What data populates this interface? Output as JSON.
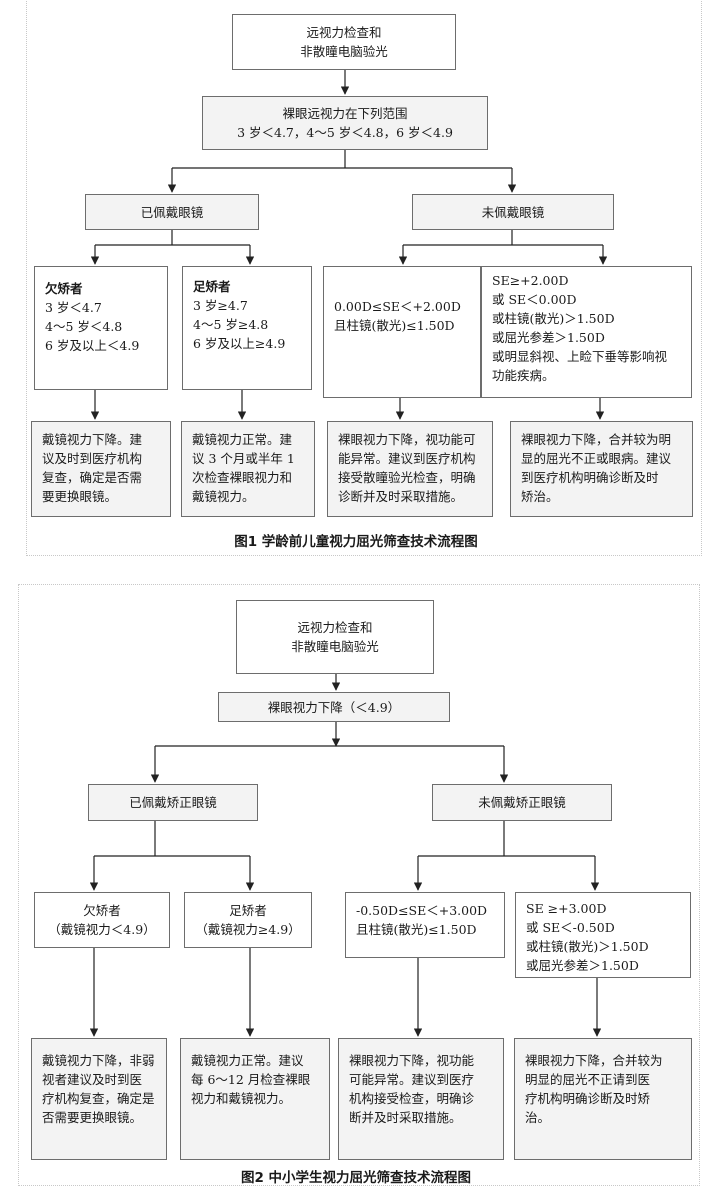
{
  "figure1": {
    "start": [
      "远视力检查和",
      "非散瞳电脑验光"
    ],
    "range": [
      "裸眼远视力在下列范围",
      "3 岁＜4.7，4～5 岁＜4.8，6 岁＜4.9"
    ],
    "worn": "已佩戴眼镜",
    "not_worn": "未佩戴眼镜",
    "under_title": "欠矫者",
    "under_lines": [
      "3 岁＜4.7",
      "4～5 岁＜4.8",
      "6 岁及以上＜4.9"
    ],
    "full_title": "足矫者",
    "full_lines": [
      "3 岁≥4.7",
      "4～5 岁≥4.8",
      "6 岁及以上≥4.9"
    ],
    "normal_lines": [
      "0.00D≤SE＜+2.00D",
      "且柱镜(散光)≤1.50D"
    ],
    "abnormal_lines": [
      "SE≥+2.00D",
      "或 SE＜0.00D",
      "或柱镜(散光)＞1.50D",
      "或屈光参差＞1.50D",
      "或明显斜视、上睑下垂等影响视",
      "功能疾病。"
    ],
    "out1": [
      "戴镜视力下降。建",
      "议及时到医疗机构",
      "复查，确定是否需",
      "要更换眼镜。"
    ],
    "out2": [
      "戴镜视力正常。建",
      "议 3 个月或半年 1",
      "次检查裸眼视力和",
      "戴镜视力。"
    ],
    "out3": [
      "裸眼视力下降，视功能可",
      "能异常。建议到医疗机构",
      "接受散瞳验光检查，明确",
      "诊断并及时采取措施。"
    ],
    "out4": [
      "裸眼视力下降，合并较为明",
      "显的屈光不正或眼病。建议",
      "到医疗机构明确诊断及时",
      "矫治。"
    ],
    "caption": "图1  学龄前儿童视力屈光筛查技术流程图"
  },
  "figure2": {
    "start": [
      "远视力检查和",
      "非散瞳电脑验光"
    ],
    "drop": "裸眼视力下降（＜4.9）",
    "worn": "已佩戴矫正眼镜",
    "not_worn": "未佩戴矫正眼镜",
    "under": [
      "欠矫者",
      "（戴镜视力＜4.9）"
    ],
    "full": [
      "足矫者",
      "（戴镜视力≥4.9）"
    ],
    "normal_lines": [
      "-0.50D≤SE＜+3.00D",
      "且柱镜(散光)≤1.50D"
    ],
    "abnormal_lines": [
      "SE ≥+3.00D",
      "或 SE＜-0.50D",
      "或柱镜(散光)＞1.50D",
      "或屈光参差＞1.50D"
    ],
    "out1": [
      "戴镜视力下降，非弱",
      "视者建议及时到医",
      "疗机构复查，确定是",
      "否需要更换眼镜。"
    ],
    "out2": [
      "戴镜视力正常。建议",
      "每 6～12 月检查裸眼",
      "视力和戴镜视力。"
    ],
    "out3": [
      "裸眼视力下降，视功能",
      "可能异常。建议到医疗",
      "机构接受检查，明确诊",
      "断并及时采取措施。"
    ],
    "out4": [
      "裸眼视力下降，合并较为",
      "明显的屈光不正请到医",
      "疗机构明确诊断及时矫",
      "治。"
    ],
    "caption": "图2   中小学生视力屈光筛查技术流程图"
  }
}
